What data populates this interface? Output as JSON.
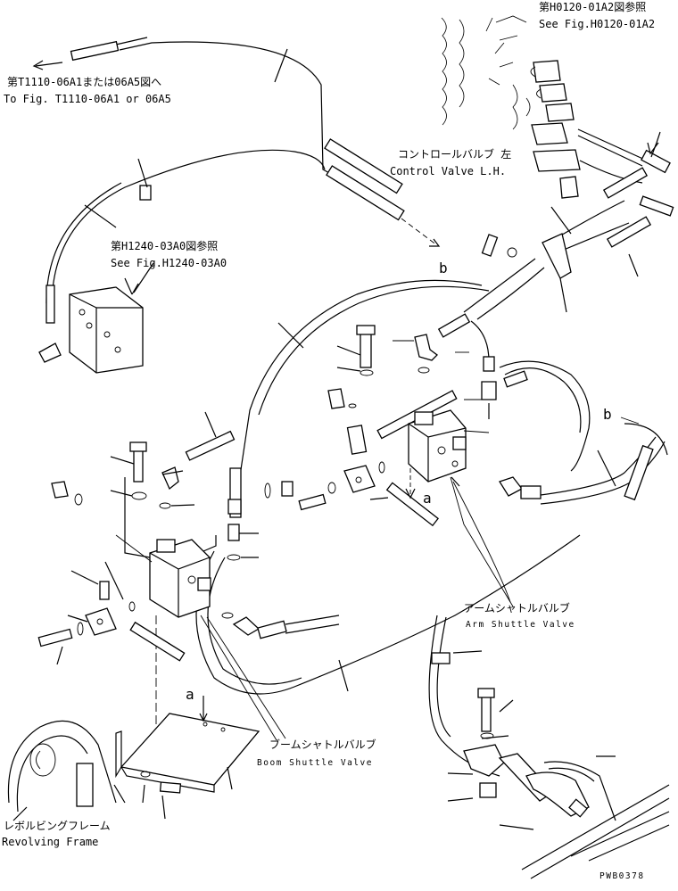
{
  "labels": {
    "to_fig_jp": "第T1110-06A1または06A5図へ",
    "to_fig_en": "To Fig. T1110-06A1 or 06A5",
    "see_h0120_jp": "第H0120-01A2図参照",
    "see_h0120_en": "See Fig.H0120-01A2",
    "control_valve_jp": "コントロールバルブ 左",
    "control_valve_en": "Control Valve L.H.",
    "see_h1240_jp": "第H1240-03A0図参照",
    "see_h1240_en": "See Fig.H1240-03A0",
    "arm_shuttle_jp": "アームシャトルバルブ",
    "arm_shuttle_en": "Arm Shuttle Valve",
    "boom_shuttle_jp": "ブームシャトルバルブ",
    "boom_shuttle_en": "Boom Shuttle Valve",
    "revolving_frame_jp": "レボルビングフレーム",
    "revolving_frame_en": "Revolving Frame",
    "ref_a": "a",
    "ref_b": "b",
    "drawing_no": "PWB0378"
  }
}
